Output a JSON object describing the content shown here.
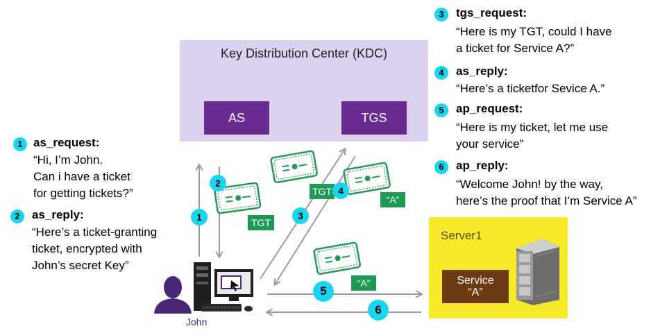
{
  "kdc": {
    "title": "Key Distribution Center (KDC)",
    "as_label": "AS",
    "tgs_label": "TGS",
    "bg_color": "#dcd1ee",
    "box_color": "#6a2c93"
  },
  "server": {
    "title": "Server1",
    "service_line1": "Service",
    "service_line2": "“A”",
    "bg_color": "#f7ea2a",
    "box_color": "#6b3a12"
  },
  "client": {
    "label": "John"
  },
  "tags": {
    "tgt": "TGT",
    "service_a": "“A”"
  },
  "steps": [
    {
      "num": "1",
      "title": "as_request:",
      "text": "“Hi, I’m John.\nCan i have a ticket\nfor getting tickets?”"
    },
    {
      "num": "2",
      "title": "as_reply:",
      "text": "“Here’s a ticket-granting\nticket, encrypted with\nJohn’s secret Key”"
    },
    {
      "num": "3",
      "title": "tgs_request:",
      "text": "“Here is my TGT, could I have\na ticket for Service A?”"
    },
    {
      "num": "4",
      "title": "as_reply:",
      "text": "“Here’s a ticketfor Sevice A.”"
    },
    {
      "num": "5",
      "title": "ap_request:",
      "text": "“Here is my ticket, let me use\nyour service”"
    },
    {
      "num": "6",
      "title": "ap_reply:",
      "text": "“Welcome John! by the way,\nhere’s the proof that I’m Service A”"
    }
  ],
  "diagram_badges": [
    "1",
    "2",
    "3",
    "4",
    "5",
    "6"
  ],
  "colors": {
    "badge": "#18d6f0",
    "ticket": "#1e9a56",
    "arrow": "#9b9b9b"
  }
}
